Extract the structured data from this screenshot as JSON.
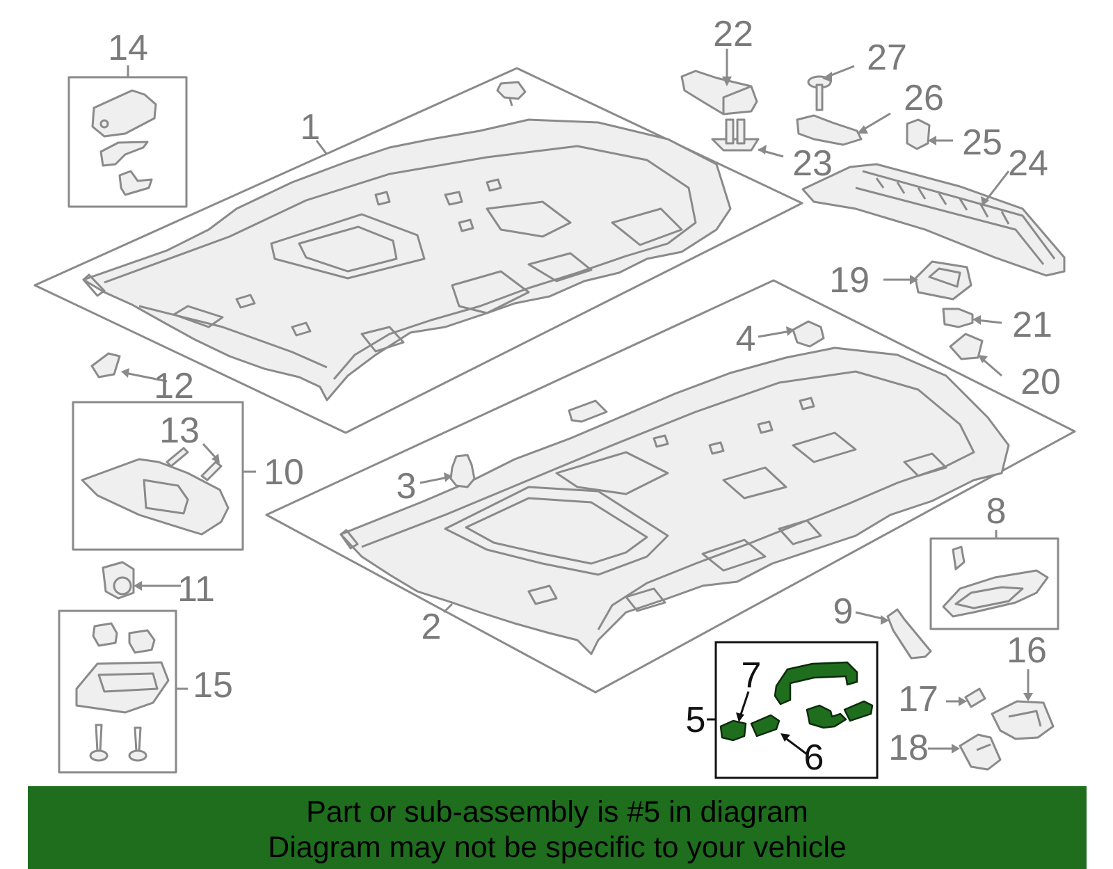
{
  "colors": {
    "line": "#8a8a8a",
    "fill": "#efefef",
    "highlight": "#1e6e1e",
    "banner_bg": "#1e6e1e"
  },
  "callouts": {
    "c1": "1",
    "c2": "2",
    "c3": "3",
    "c4": "4",
    "c5": "5",
    "c6": "6",
    "c7": "7",
    "c8": "8",
    "c9": "9",
    "c10": "10",
    "c11": "11",
    "c12": "12",
    "c13": "13",
    "c14": "14",
    "c15": "15",
    "c16": "16",
    "c17": "17",
    "c18": "18",
    "c19": "19",
    "c20": "20",
    "c21": "21",
    "c22": "22",
    "c23": "23",
    "c24": "24",
    "c25": "25",
    "c26": "26",
    "c27": "27"
  },
  "banner": {
    "line1": "Part or sub-assembly is #5 in diagram",
    "line2": "Diagram may not be specific to your vehicle"
  }
}
